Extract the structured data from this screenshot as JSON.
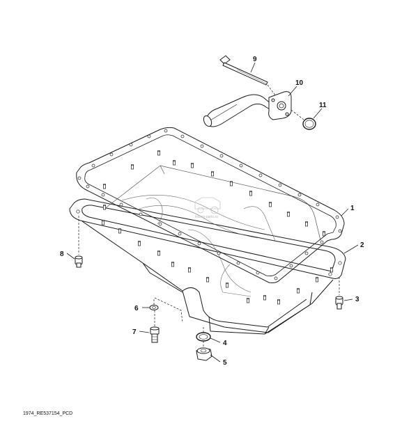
{
  "callouts": [
    {
      "id": "1",
      "label": "1"
    },
    {
      "id": "2",
      "label": "2"
    },
    {
      "id": "3",
      "label": "3"
    },
    {
      "id": "4",
      "label": "4"
    },
    {
      "id": "5",
      "label": "5"
    },
    {
      "id": "6",
      "label": "6"
    },
    {
      "id": "7",
      "label": "7"
    },
    {
      "id": "8",
      "label": "8"
    },
    {
      "id": "9",
      "label": "9"
    },
    {
      "id": "10",
      "label": "10"
    },
    {
      "id": "11",
      "label": "11"
    }
  ],
  "drawing_ref": "1974_RE537154_PCD",
  "watermark": "tractor-parts.ru",
  "colors": {
    "line": "#1a1a1a",
    "hidden": "#9a9a9a",
    "watermark": "#c8c8c8"
  }
}
